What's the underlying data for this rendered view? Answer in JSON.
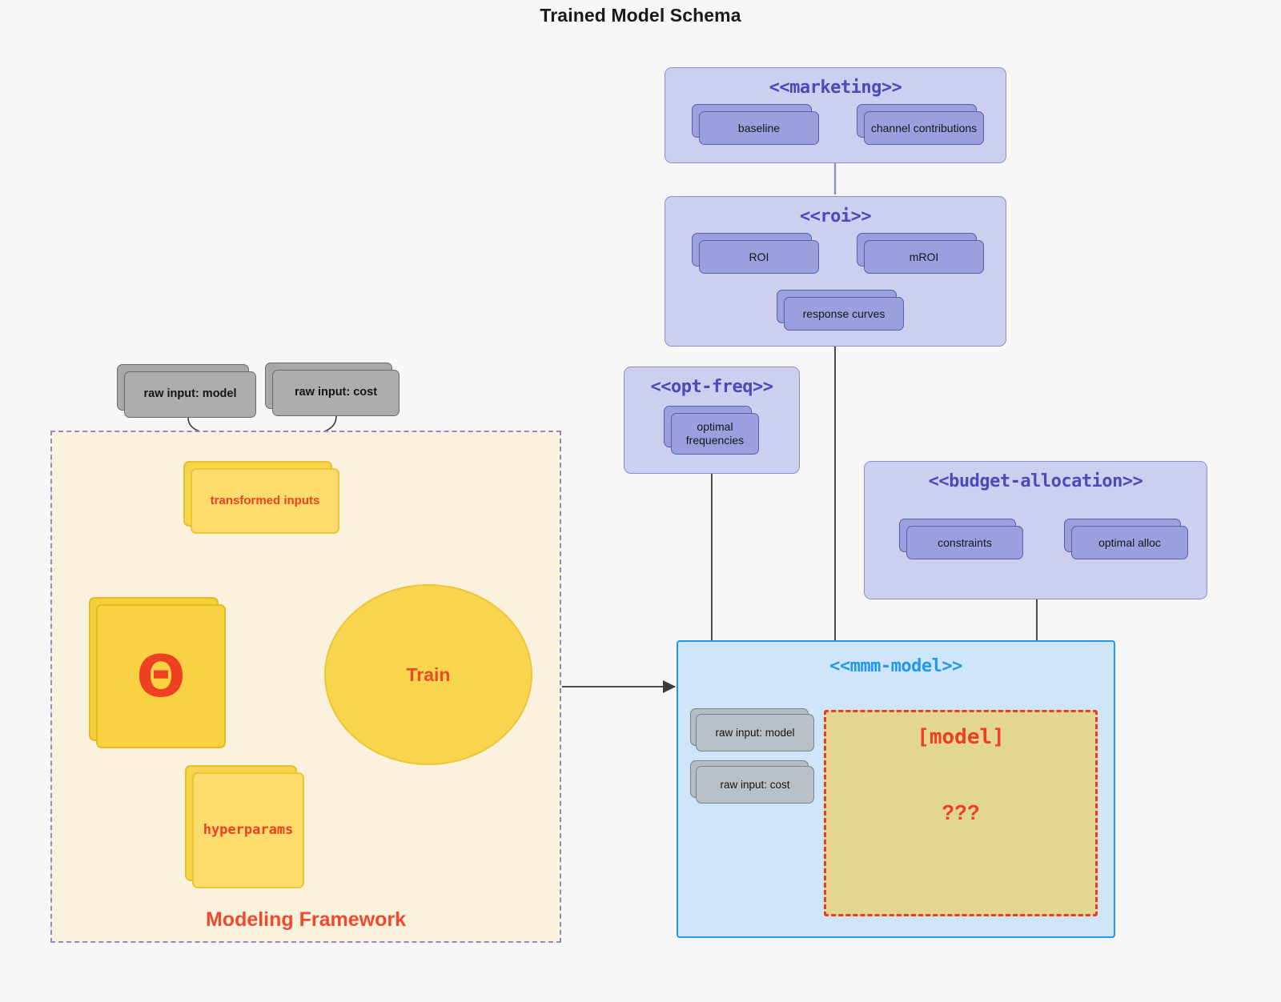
{
  "title": "Trained Model Schema",
  "colors": {
    "background": "#f7f7f7",
    "package_fill": "#ccd0ee",
    "package_border": "#8b8fd0",
    "package_title": "#4a4ab8",
    "card_purple": "#9aa0dd",
    "card_grey": "#adadad",
    "card_yellow": "#fbdc6c",
    "accent_red": "#ee4123",
    "mmm_fill": "#cfe5fa",
    "mmm_border": "#2196f3",
    "model_fill": "#e2d690",
    "framework_fill": "#faf2df",
    "framework_border": "#8a8ccc"
  },
  "framework": {
    "label": "Modeling Framework",
    "raw_inputs": [
      {
        "label": "raw input: model"
      },
      {
        "label": "raw input: cost"
      }
    ],
    "transformed_inputs": {
      "label": "transformed inputs"
    },
    "theta": {
      "glyph": "Θ"
    },
    "hyperparams": {
      "label": "hyperparams"
    },
    "train": {
      "label": "Train"
    }
  },
  "packages": [
    {
      "name": "marketing",
      "title": "<<marketing>>",
      "nodes": [
        {
          "label": "baseline"
        },
        {
          "label": "channel contributions"
        }
      ]
    },
    {
      "name": "roi",
      "title": "<<roi>>",
      "nodes": [
        {
          "label": "ROI"
        },
        {
          "label": "mROI"
        },
        {
          "label": "response curves"
        }
      ]
    },
    {
      "name": "opt-freq",
      "title": "<<opt-freq>>",
      "nodes": [
        {
          "label": "optimal\nfrequencies",
          "line1": "optimal",
          "line2": "frequencies"
        }
      ]
    },
    {
      "name": "budget-allocation",
      "title": "<<budget-allocation>>",
      "nodes": [
        {
          "label": "constraints"
        },
        {
          "label": "optimal alloc"
        }
      ]
    }
  ],
  "mmm_model": {
    "title": "<<mmm-model>>",
    "inputs": [
      {
        "label": "raw input: model"
      },
      {
        "label": "raw input: cost"
      }
    ],
    "model_box": {
      "title": "[model]",
      "unknown": "???"
    }
  }
}
